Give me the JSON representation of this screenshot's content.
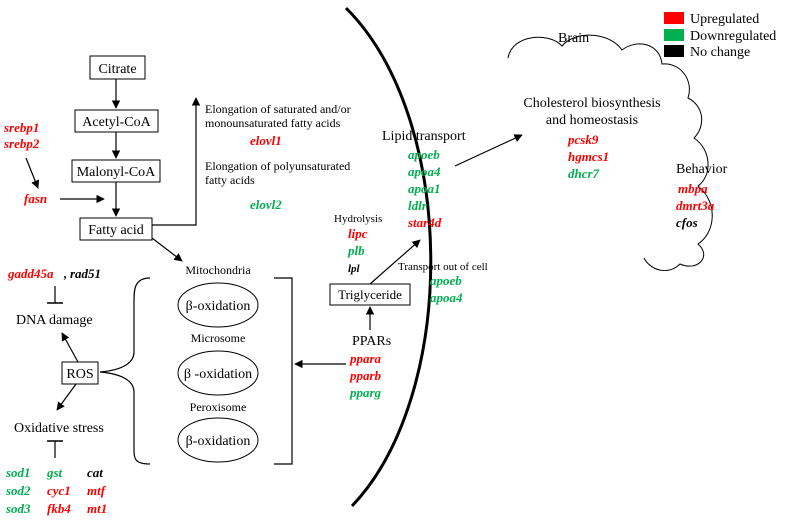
{
  "colors": {
    "up": "#ff0000",
    "down": "#00b050",
    "none": "#000000"
  },
  "legend": [
    {
      "label": "Upregulated",
      "color": "#ff0000"
    },
    {
      "label": "Downregulated",
      "color": "#00b050"
    },
    {
      "label": "No change",
      "color": "#000000"
    }
  ],
  "pathway": {
    "citrate": "Citrate",
    "acetyl_coa": "Acetyl-CoA",
    "malonyl_coa": "Malonyl-CoA",
    "fatty_acid": "Fatty acid",
    "elong_sat_1": "Elongation of saturated and/or",
    "elong_sat_2": "monounsaturated fatty acids",
    "elong_poly_1": "Elongation of polyunsaturated",
    "elong_poly_2": "fatty acids"
  },
  "genes": {
    "srebp1": "srebp1",
    "srebp2": "srebp2",
    "fasn": "fasn",
    "elovl1": "elovl1",
    "elovl2": "elovl2",
    "gadd45a": "gadd45a",
    "gadd_comma": ",",
    "rad51": "rad51",
    "sod1": "sod1",
    "gst": "gst",
    "cat": "cat",
    "sod2": "sod2",
    "cyc1": "cyc1",
    "mtf": "mtf",
    "sod3": "sod3",
    "fkb4": "fkb4",
    "mt1": "mt1",
    "lipc": "lipc",
    "plb": "plb",
    "lpl": "lpl",
    "apoeb_out": "apoeb",
    "apoa4_out": "apoa4",
    "ppara": "ppara",
    "pparb": "pparb",
    "pparg": "pparg",
    "apoeb": "apoeb",
    "apoa4": "apoa4",
    "apoa1": "apoa1",
    "ldlr": "ldlr",
    "star4d": "star4d",
    "pcsk9": "pcsk9",
    "hgmcs1": "hgmcs1",
    "dhcr7": "dhcr7",
    "mbpa": "mbpa",
    "dmrt3a": "dmrt3a",
    "cfos": "cfos"
  },
  "labels": {
    "dna_damage": "DNA damage",
    "ros": "ROS",
    "oxidative_stress": "Oxidative stress",
    "mitochondria": "Mitochondria",
    "microsome": "Microsome",
    "peroxisome": "Peroxisome",
    "beta_ox_1": "β-oxidation",
    "beta_ox_2": "β -oxidation",
    "beta_ox_3": "β-oxidation",
    "hydrolysis": "Hydrolysis",
    "transport_out": "Transport out of cell",
    "triglyceride": "Triglyceride",
    "ppars": "PPARs",
    "lipid_transport": "Lipid transport",
    "brain": "Brain",
    "cholesterol_1": "Cholesterol biosynthesis",
    "cholesterol_2": "and homeostasis",
    "behavior": "Behavior"
  }
}
